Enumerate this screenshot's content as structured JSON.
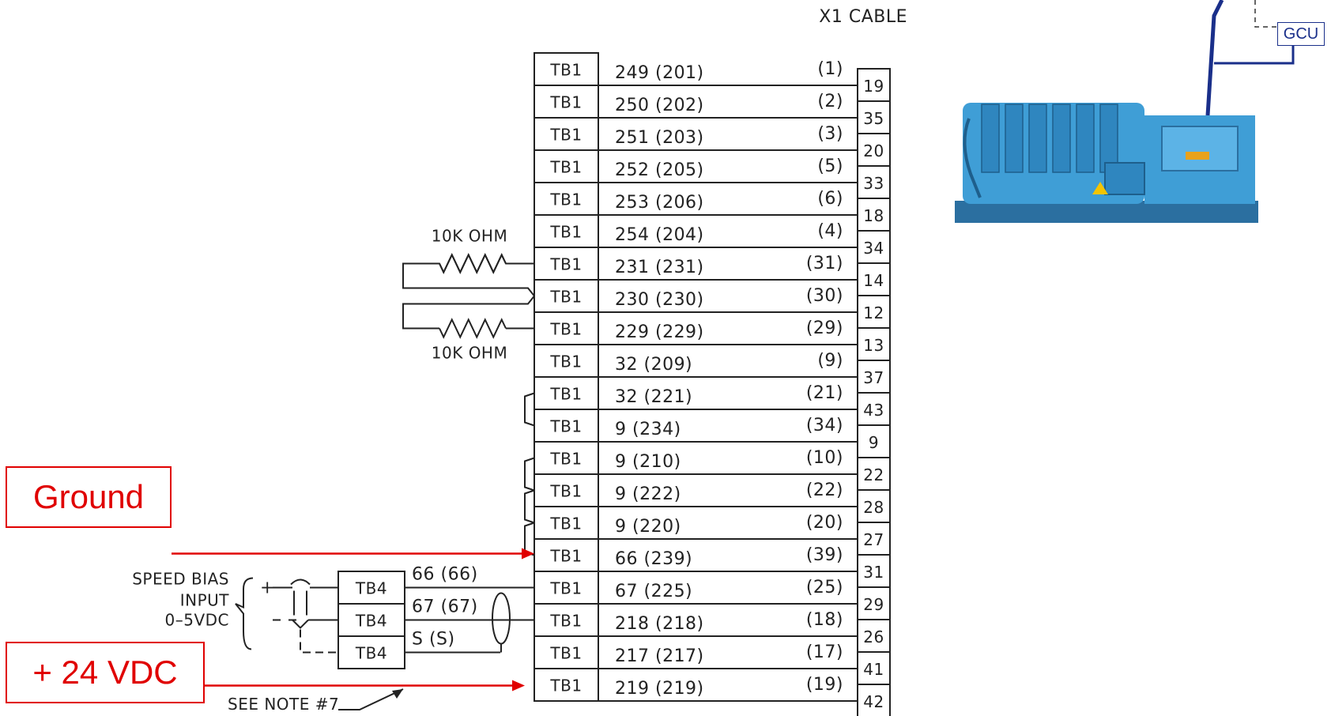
{
  "cable_label": "X1 CABLE",
  "tb1_label": "TB1",
  "tb4_label": "TB4",
  "rows": [
    {
      "wire": "249 (201)",
      "paren": "(1)",
      "pin": "19"
    },
    {
      "wire": "250 (202)",
      "paren": "(2)",
      "pin": "35"
    },
    {
      "wire": "251 (203)",
      "paren": "(3)",
      "pin": "20"
    },
    {
      "wire": "252 (205)",
      "paren": "(5)",
      "pin": "33"
    },
    {
      "wire": "253 (206)",
      "paren": "(6)",
      "pin": "18"
    },
    {
      "wire": "254 (204)",
      "paren": "(4)",
      "pin": "34"
    },
    {
      "wire": "231 (231)",
      "paren": "(31)",
      "pin": "14"
    },
    {
      "wire": "230 (230)",
      "paren": "(30)",
      "pin": "12"
    },
    {
      "wire": "229 (229)",
      "paren": "(29)",
      "pin": "13"
    },
    {
      "wire": "32 (209)",
      "paren": "(9)",
      "pin": "37"
    },
    {
      "wire": "32 (221)",
      "paren": "(21)",
      "pin": "43"
    },
    {
      "wire": "9 (234)",
      "paren": "(34)",
      "pin": "9"
    },
    {
      "wire": "9 (210)",
      "paren": "(10)",
      "pin": "22"
    },
    {
      "wire": "9 (222)",
      "paren": "(22)",
      "pin": "28"
    },
    {
      "wire": "9 (220)",
      "paren": "(20)",
      "pin": "27"
    },
    {
      "wire": "66 (239)",
      "paren": "(39)",
      "pin": "31"
    },
    {
      "wire": "67 (225)",
      "paren": "(25)",
      "pin": "29"
    },
    {
      "wire": "218 (218)",
      "paren": "(18)",
      "pin": "26"
    },
    {
      "wire": "217 (217)",
      "paren": "(17)",
      "pin": "41"
    },
    {
      "wire": "219 (219)",
      "paren": "(19)",
      "pin": "42"
    }
  ],
  "resistor_label": "10K OHM",
  "speed_bias": {
    "line1": "SPEED BIAS",
    "line2": "INPUT",
    "line3": "0–5VDC",
    "plus": "+"
  },
  "tb4_wires": [
    "66 (66)",
    "67 (67)",
    "S (S)"
  ],
  "small_label": "(1)",
  "see_note": "SEE NOTE #7",
  "callouts": {
    "ground": "Ground",
    "vdc": "+ 24 VDC"
  },
  "gcu_label": "GCU",
  "colors": {
    "callout": "#e00000",
    "generator": "#3f9ed6",
    "gcu_line": "#1a2f8a"
  }
}
